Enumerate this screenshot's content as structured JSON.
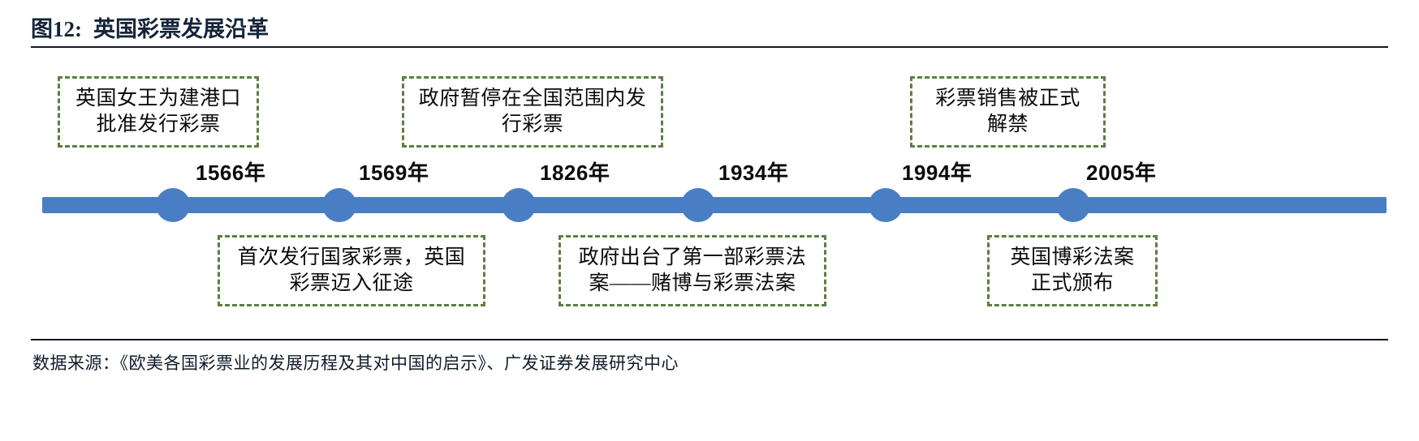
{
  "figure": {
    "label": "图12:",
    "title": "英国彩票发展沿革",
    "source": "数据来源：《欧美各国彩票业的发展历程及其对中国的启示》、广发证券发展研究中心"
  },
  "colors": {
    "axis_blue": "#4a7ec4",
    "callout_border_green": "#5b7f42",
    "title_text": "#15243a",
    "rule": "#111827"
  },
  "timeline": {
    "milestones": [
      {
        "year": "1566年",
        "position": "above",
        "event": "英国女王为建港口\n批准发行彩票"
      },
      {
        "year": "1569年",
        "position": "below",
        "event": "首次发行国家彩票，英国\n彩票迈入征途"
      },
      {
        "year": "1826年",
        "position": "above",
        "event": "政府暂停在全国范围内发\n行彩票"
      },
      {
        "year": "1934年",
        "position": "below",
        "event": "政府出台了第一部彩票法\n案——赌博与彩票法案"
      },
      {
        "year": "1994年",
        "position": "above",
        "event": "彩票销售被正式\n解禁"
      },
      {
        "year": "2005年",
        "position": "below",
        "event": "英国博彩法案\n正式颁布"
      }
    ]
  }
}
